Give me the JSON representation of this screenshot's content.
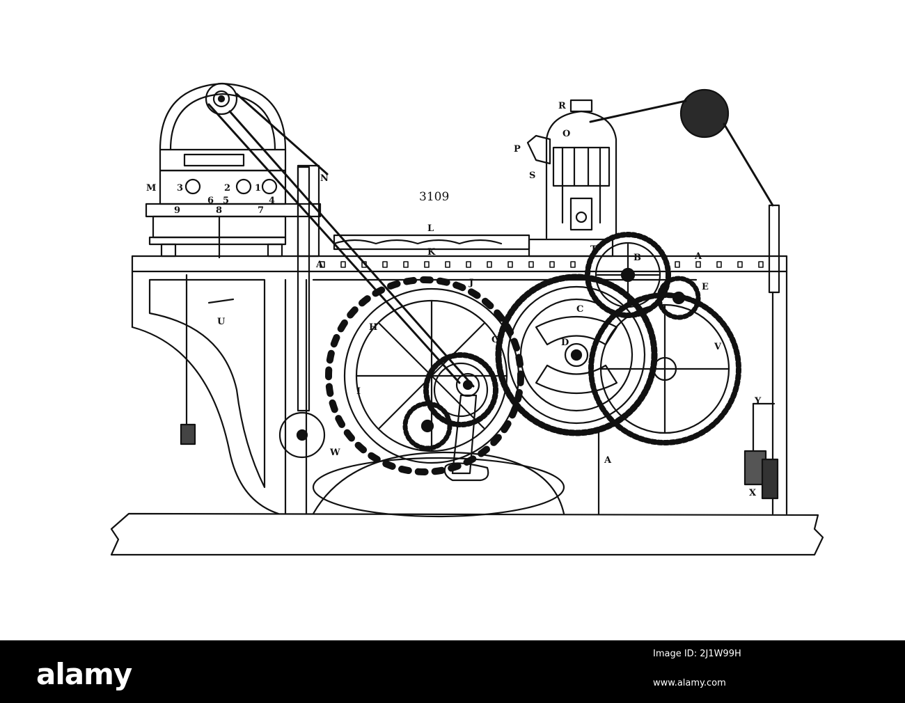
{
  "figure": {
    "number": "3109",
    "part_labels": [
      "A",
      "A",
      "A",
      "B",
      "C",
      "D",
      "E",
      "G",
      "H",
      "I",
      "J",
      "K",
      "L",
      "M",
      "N",
      "O",
      "P",
      "R",
      "S",
      "T",
      "U",
      "V",
      "W",
      "X",
      "Y",
      "1",
      "2",
      "3",
      "4",
      "5",
      "6",
      "7",
      "8",
      "9"
    ]
  },
  "watermark": {
    "logo_text": "alamy",
    "image_id": "Image ID: 2J1W99H",
    "url": "www.alamy.com"
  }
}
